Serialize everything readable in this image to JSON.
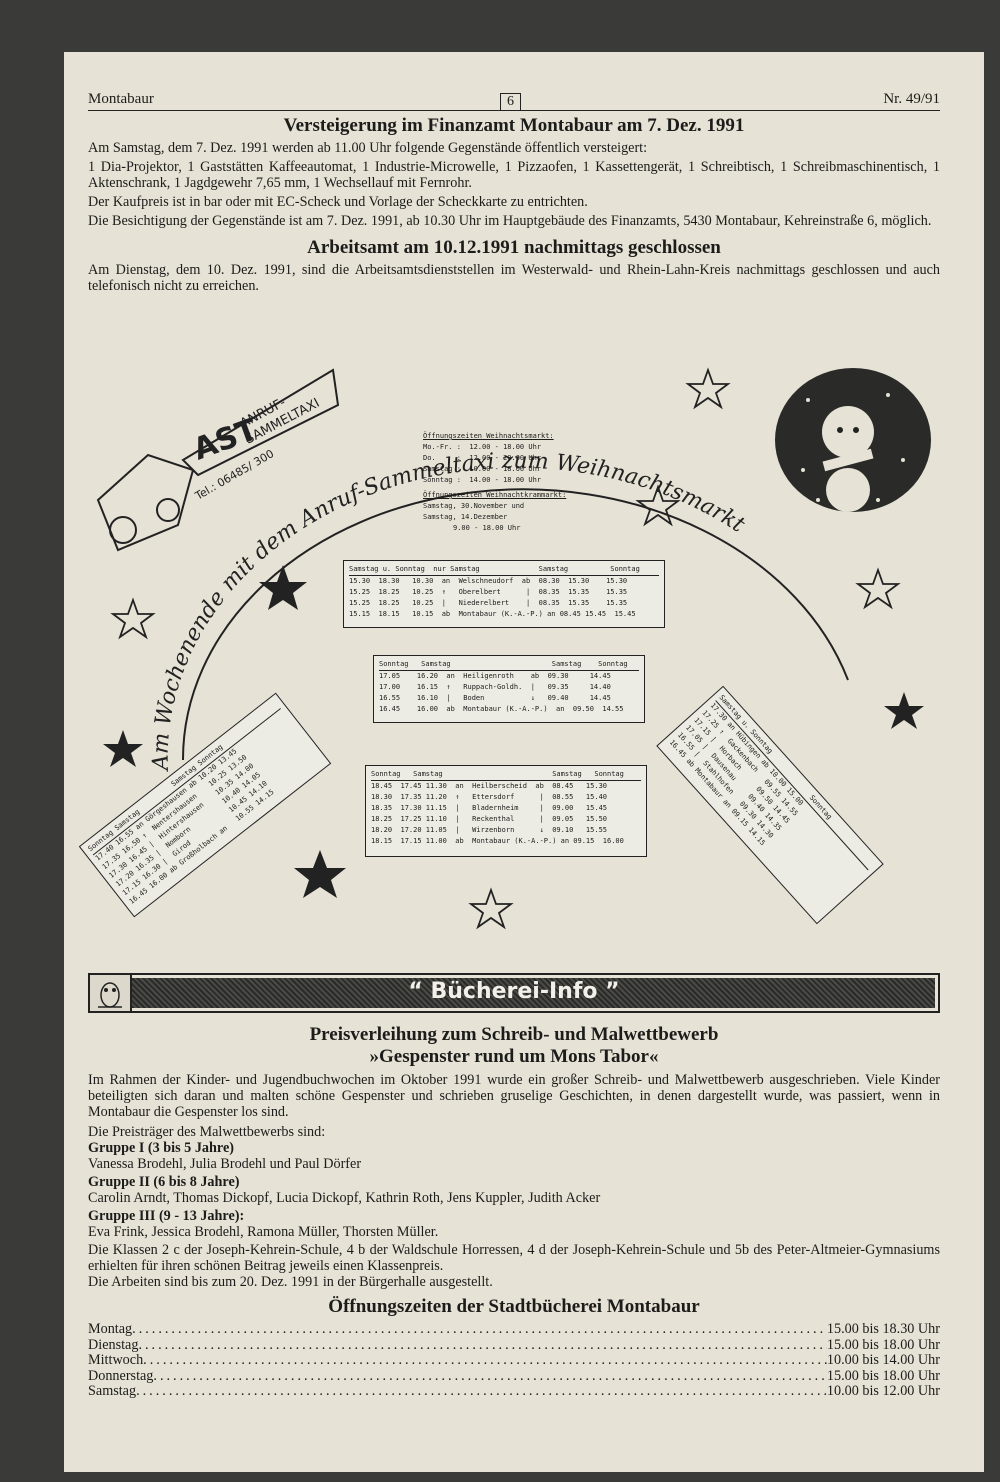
{
  "header": {
    "left": "Montabaur",
    "page": "6",
    "right": "Nr. 49/91"
  },
  "auction": {
    "title": "Versteigerung im Finanzamt Montabaur am 7. Dez. 1991",
    "p1": "Am Samstag, dem 7. Dez. 1991 werden ab 11.00 Uhr folgende Gegenstände öffentlich versteigert:",
    "p2": "1 Dia-Projektor, 1 Gaststätten Kaffeeautomat, 1 Industrie-Microwelle, 1 Pizzaofen, 1 Kassettengerät, 1 Schreibtisch, 1 Schreibmaschinentisch, 1 Aktenschrank, 1 Jagdgewehr 7,65 mm, 1 Wechsellauf mit Fernrohr.",
    "p3": "Der Kaufpreis ist in bar oder mit EC-Scheck und Vorlage der Scheckkarte zu entrichten.",
    "p4": "Die Besichtigung der Gegenstände ist am 7. Dez. 1991, ab 10.30 Uhr im Hauptgebäude des Finanzamts, 5430 Montabaur, Kehreinstraße 6, möglich."
  },
  "arbeitsamt": {
    "title": "Arbeitsamt am 10.12.1991 nachmittags geschlossen",
    "p1": "Am Dienstag, dem 10. Dez. 1991, sind die Arbeitsamtsdienststellen im Westerwald- und Rhein-Lahn-Kreis nachmittags geschlossen und auch telefonisch nicht zu erreichen."
  },
  "ast": {
    "logo": "AST",
    "name1": "ANRUF-",
    "name2": "SAMMELTAXI",
    "tel": "Tel.: 06485/ 300",
    "arc": "Am Wochenende mit dem Anruf-Sammeltaxi zum Weihnachtsmarkt"
  },
  "hours": {
    "h1": "Öffnungszeiten Weihnachtsmarkt:",
    "l1": "Mo.-Fr. :  12.00 - 18.00 Uhr",
    "l2": "Do.     :  12.00 - 20.00 Uhr",
    "l3": "Samstag :  10.00 - 18.00 Uhr",
    "l4": "Sonntag :  14.00 - 18.00 Uhr",
    "h2": "Öffnungszeiten Weihnachtkrammarkt:",
    "l5": "Samstag, 30.November und",
    "l6": "Samstag, 14.Dezember",
    "l7": "9.00 - 18.00 Uhr"
  },
  "table1": {
    "head": "Samstag u. Sonntag  nur Samstag              Samstag          Sonntag",
    "rows": [
      "15.30  18.30   10.30  an  Welschneudorf  ab  08.30  15.30    15.30",
      "15.25  18.25   10.25  ↑   Oberelbert      |  08.35  15.35    15.35",
      "15.25  18.25   10.25  |   Niederelbert    |  08.35  15.35    15.35",
      "15.15  18.15   10.15  ab  Montabaur (K.-A.-P.) an 08.45 15.45  15.45"
    ]
  },
  "table2": {
    "head": "Sonntag   Samstag                        Samstag    Sonntag",
    "rows": [
      "17.05    16.20  an  Heiligenroth    ab  09.30     14.45",
      "17.00    16.15  ↑   Ruppach-Goldh.  |   09.35     14.40",
      "16.55    16.10  |   Boden           ↓   09.40     14.45",
      "16.45    16.00  ab  Montabaur (K.-A.-P.)  an  09.50  14.55"
    ]
  },
  "table3": {
    "head": "Sonntag   Samstag                          Samstag   Sonntag",
    "rows": [
      "18.45  17.45 11.30  an  Heilberscheid  ab  08.45   15.30",
      "18.30  17.35 11.20  ↑   Ettersdorf      |  08.55   15.40",
      "18.35  17.30 11.15  |   Bladernheim     |  09.00   15.45",
      "18.25  17.25 11.10  |   Reckenthal      |  09.05   15.50",
      "18.20  17.20 11.05  |   Wirzenborn      ↓  09.10   15.55",
      "18.15  17.15 11.00  ab  Montabaur (K.-A.-P.) an 09.15  16.00"
    ]
  },
  "table4": {
    "head": "Sonntag Samstag          Samstag Sonntag",
    "rows": [
      "17.40 16.55 an Görgeshausen ab 10.20 13.45",
      "17.35 16.50 ↑  Nentershausen    10.25 13.50",
      "17.30 16.45 |  Hintershausen    10.35 14.00",
      "17.20 16.35 |  Nomborn          10.40 14.05",
      "17.15 16.30 |  Girod            10.45 14.10",
      "16.45 16.00 ab Großholbach an   10.55 14.15"
    ]
  },
  "table5": {
    "head": "Samstag u. Sonntag              Sonntag",
    "rows": [
      "17.30 an Hübingen ab 10.00 15.00",
      "17.25 ↑  Gackenbach   09.55 14.55",
      "17.15 |  Horbach      09.50 14.45",
      "17.05 |  Dausenau     09.40 14.35",
      "16.55 |  Stahlhofen   09.30 14.30",
      "16.45 ab Montabaur an 09.15 14.15"
    ]
  },
  "buecherei": {
    "banner": "“ Bücherei-Info ”",
    "title1": "Preisverleihung zum Schreib- und Malwettbewerb",
    "title2": "»Gespenster rund um Mons Tabor«",
    "p1": "Im Rahmen der Kinder- und Jugendbuchwochen im Oktober 1991 wurde ein großer Schreib- und Malwettbewerb ausgeschrieben. Viele Kinder beteiligten sich daran und malten schöne Gespenster und schrieben gruselige Geschichten, in denen dargestellt wurde, was passiert, wenn in Montabaur die Gespenster los sind.",
    "p2": "Die Preisträger des Malwettbewerbs sind:",
    "g1": "Gruppe I (3 bis 5 Jahre)",
    "g1n": "Vanessa Brodehl, Julia Brodehl und Paul Dörfer",
    "g2": "Gruppe II (6 bis 8 Jahre)",
    "g2n": "Carolin Arndt, Thomas Dickopf, Lucia Dickopf, Kathrin Roth, Jens Kuppler, Judith Acker",
    "g3": "Gruppe III (9 - 13 Jahre):",
    "g3n": "Eva Frink, Jessica Brodehl, Ramona Müller, Thorsten Müller.",
    "p3": "Die Klassen 2 c der Joseph-Kehrein-Schule, 4 b der Waldschule Horressen, 4 d der Joseph-Kehrein-Schule und 5b des Peter-Altmeier-Gymnasiums erhielten für ihren schönen Beitrag jeweils einen Klassenpreis.",
    "p4": "Die Arbeiten sind bis zum 20. Dez. 1991 in der Bürgerhalle ausgestellt.",
    "hours_title": "Öffnungszeiten der Stadtbücherei Montabaur",
    "hours": [
      {
        "day": "Montag",
        "time": "15.00 bis 18.30 Uhr"
      },
      {
        "day": "Dienstag",
        "time": "15.00 bis 18.00 Uhr"
      },
      {
        "day": "Mittwoch",
        "time": "10.00 bis 14.00 Uhr"
      },
      {
        "day": "Donnerstag",
        "time": "15.00 bis 18.00 Uhr"
      },
      {
        "day": "Samstag",
        "time": "10.00 bis 12.00 Uhr"
      }
    ]
  }
}
